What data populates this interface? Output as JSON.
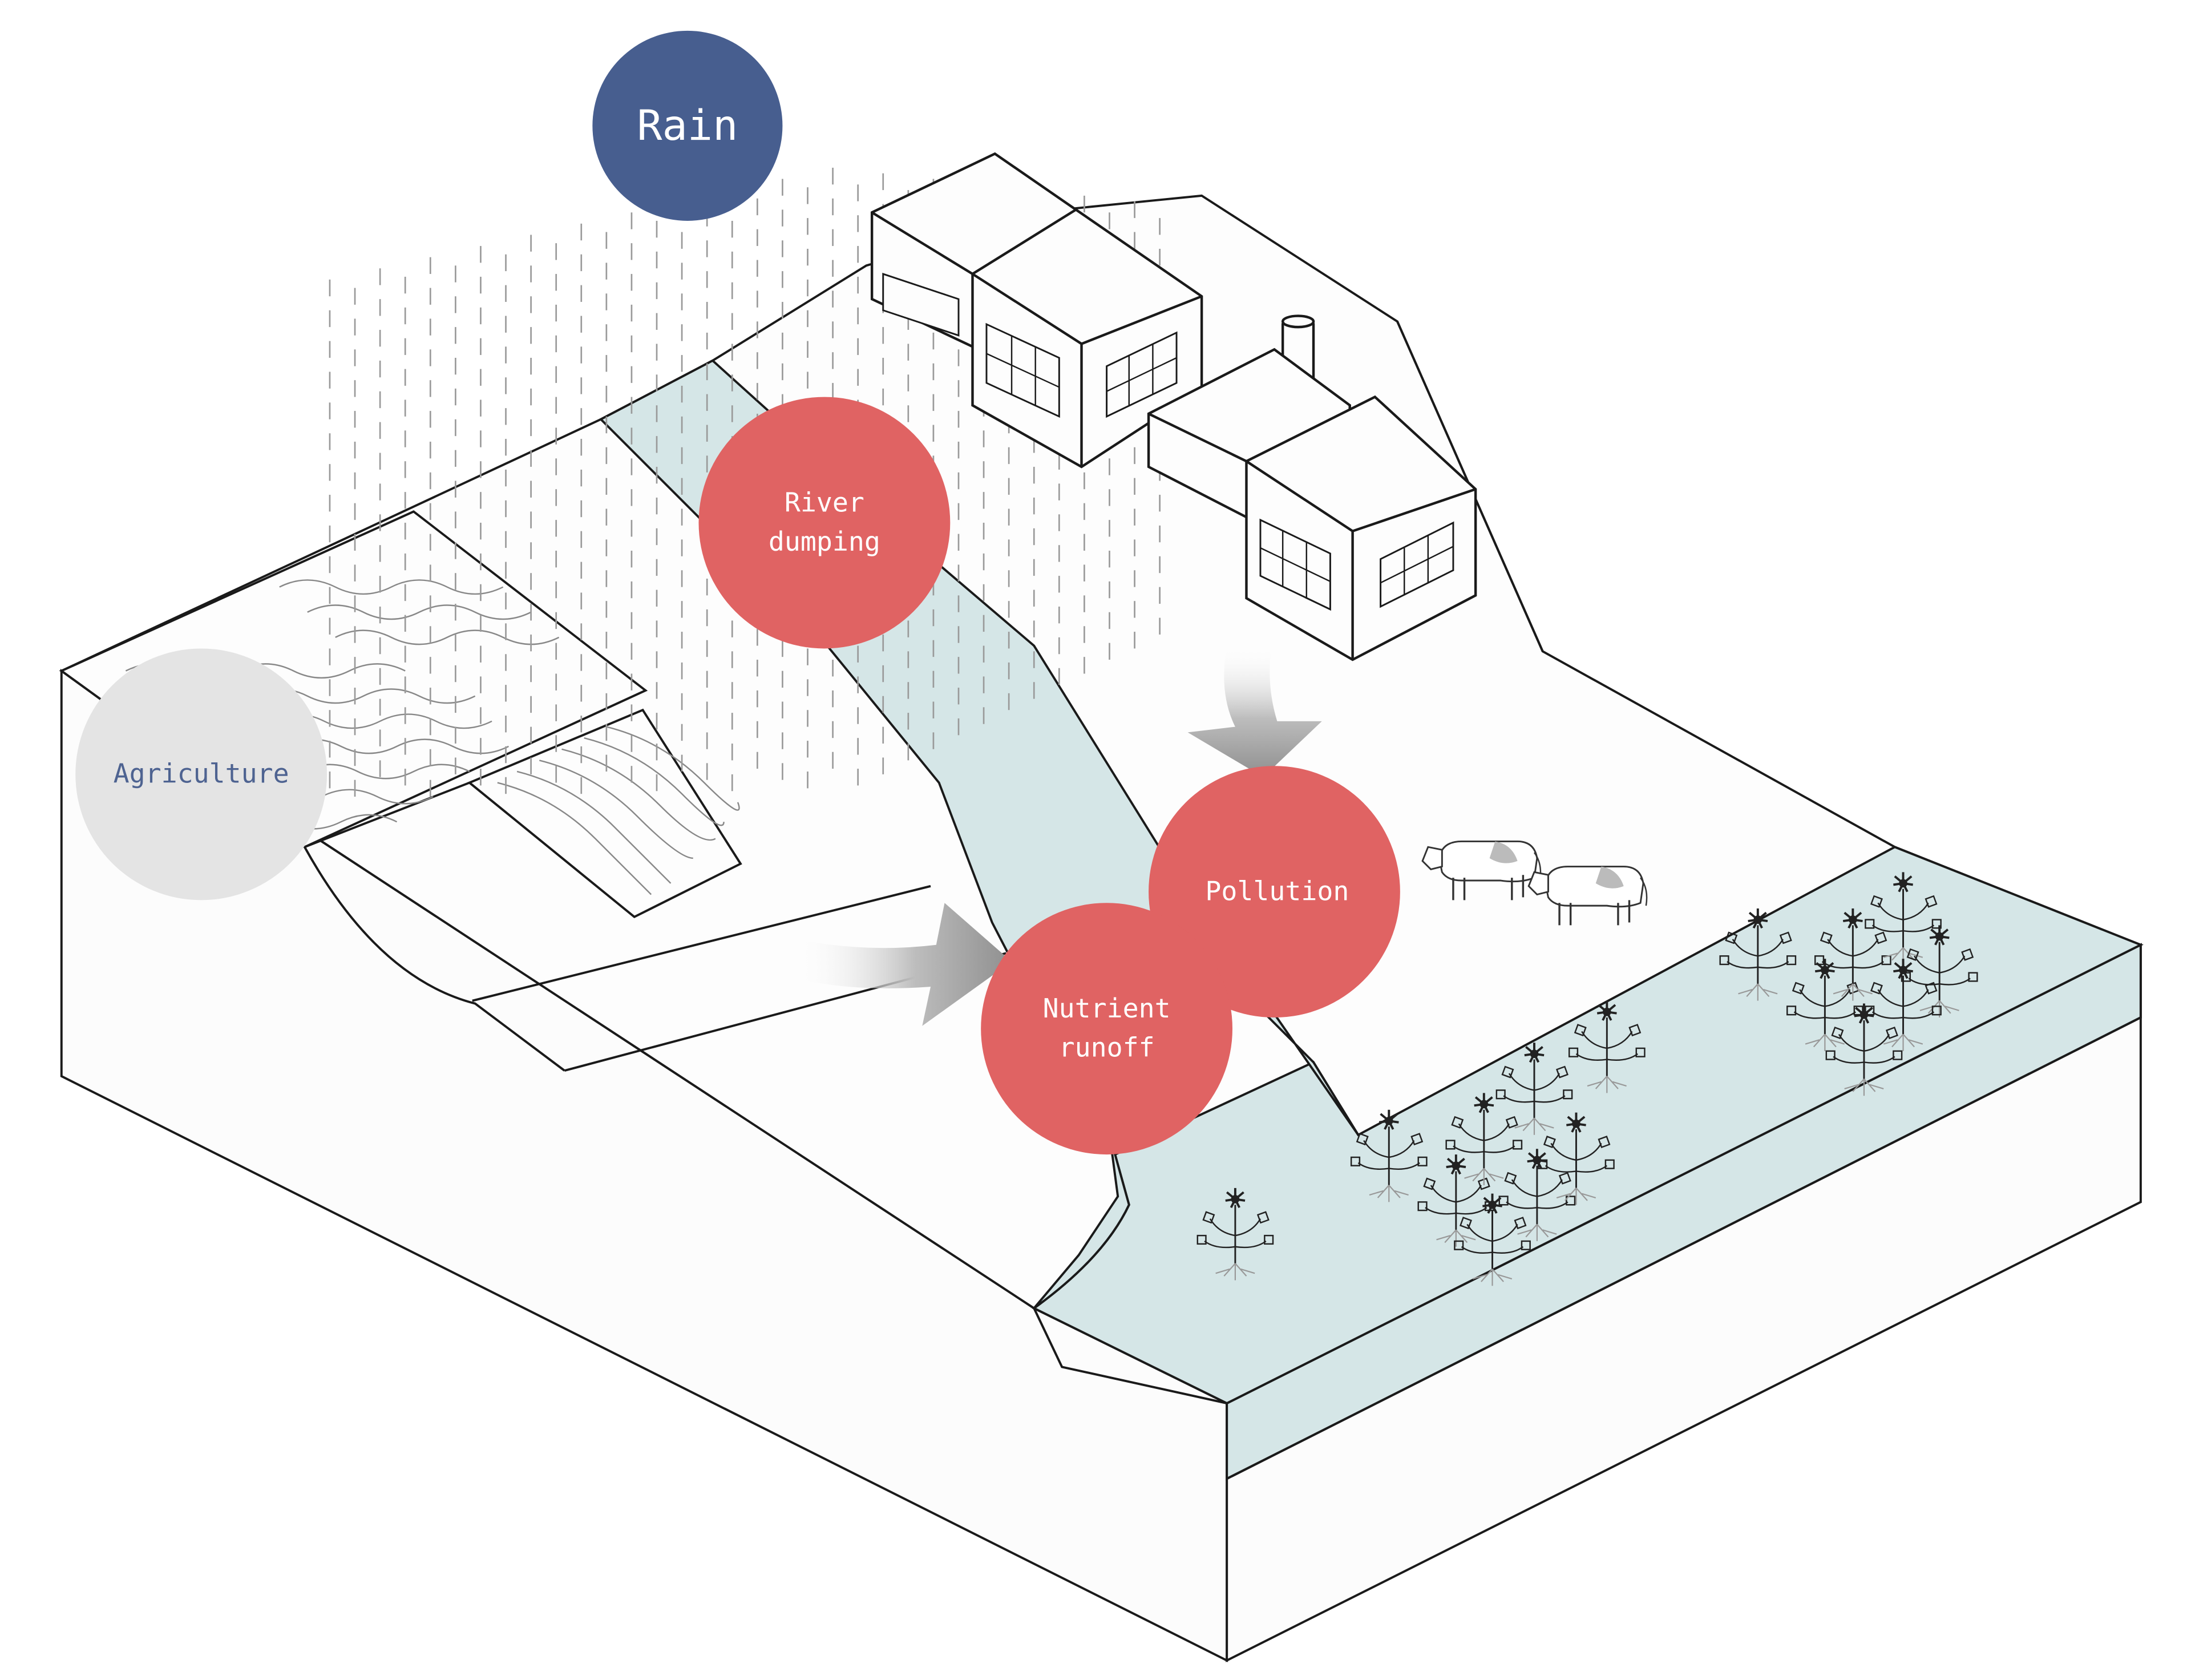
{
  "labels": {
    "rain": "Rain",
    "river_dumping_line1": "River",
    "river_dumping_line2": "dumping",
    "agriculture": "Agriculture",
    "pollution": "Pollution",
    "nutrient_runoff_line1": "Nutrient",
    "nutrient_runoff_line2": "runoff"
  },
  "colors": {
    "rain_circle": "#475E8F",
    "rain_text": "#FFFFFF",
    "impact_circle": "#E06363",
    "impact_text": "#FFFFFF",
    "agriculture_circle": "#E4E4E4",
    "agriculture_text": "#4E6391",
    "water": "#D5E6E7",
    "ground": "#FDFDFD",
    "outline": "#1A1A1A",
    "arrow": "#9A9A9A"
  },
  "icons": [
    "rain-streaks",
    "factory-building",
    "cow-icon",
    "wetland-plant-icon",
    "flow-arrow"
  ]
}
